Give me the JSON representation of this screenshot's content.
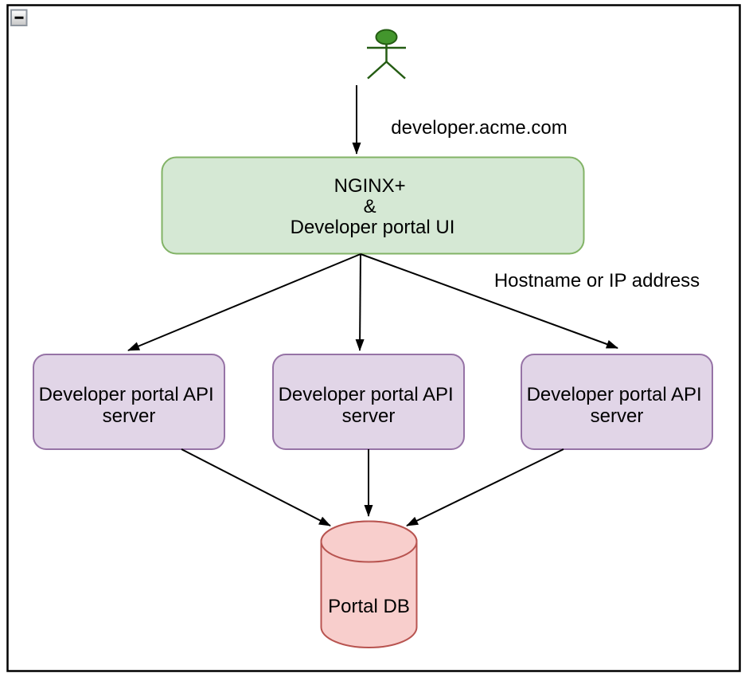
{
  "window": {
    "collapse_button_icon": "minus"
  },
  "diagram": {
    "edge_labels": {
      "user_to_gateway": "developer.acme.com",
      "gateway_to_servers": "Hostname or IP address"
    },
    "gateway": {
      "line1": "NGINX+",
      "line2": "&",
      "line3": "Developer portal UI"
    },
    "api_servers": [
      {
        "line1": "Developer portal API",
        "line2": "server"
      },
      {
        "line1": "Developer portal API",
        "line2": "server"
      },
      {
        "line1": "Developer portal API",
        "line2": "server"
      }
    ],
    "database": {
      "label": "Portal DB"
    },
    "colors": {
      "gateway_fill": "#d5e8d4",
      "gateway_stroke": "#82b366",
      "server_fill": "#e1d5e7",
      "server_stroke": "#9673a6",
      "db_fill": "#f8cecc",
      "db_stroke": "#b85450",
      "actor_fill": "#43962d",
      "actor_stroke": "#245c13",
      "edge_color": "#000000",
      "frame_color": "#000000"
    }
  }
}
